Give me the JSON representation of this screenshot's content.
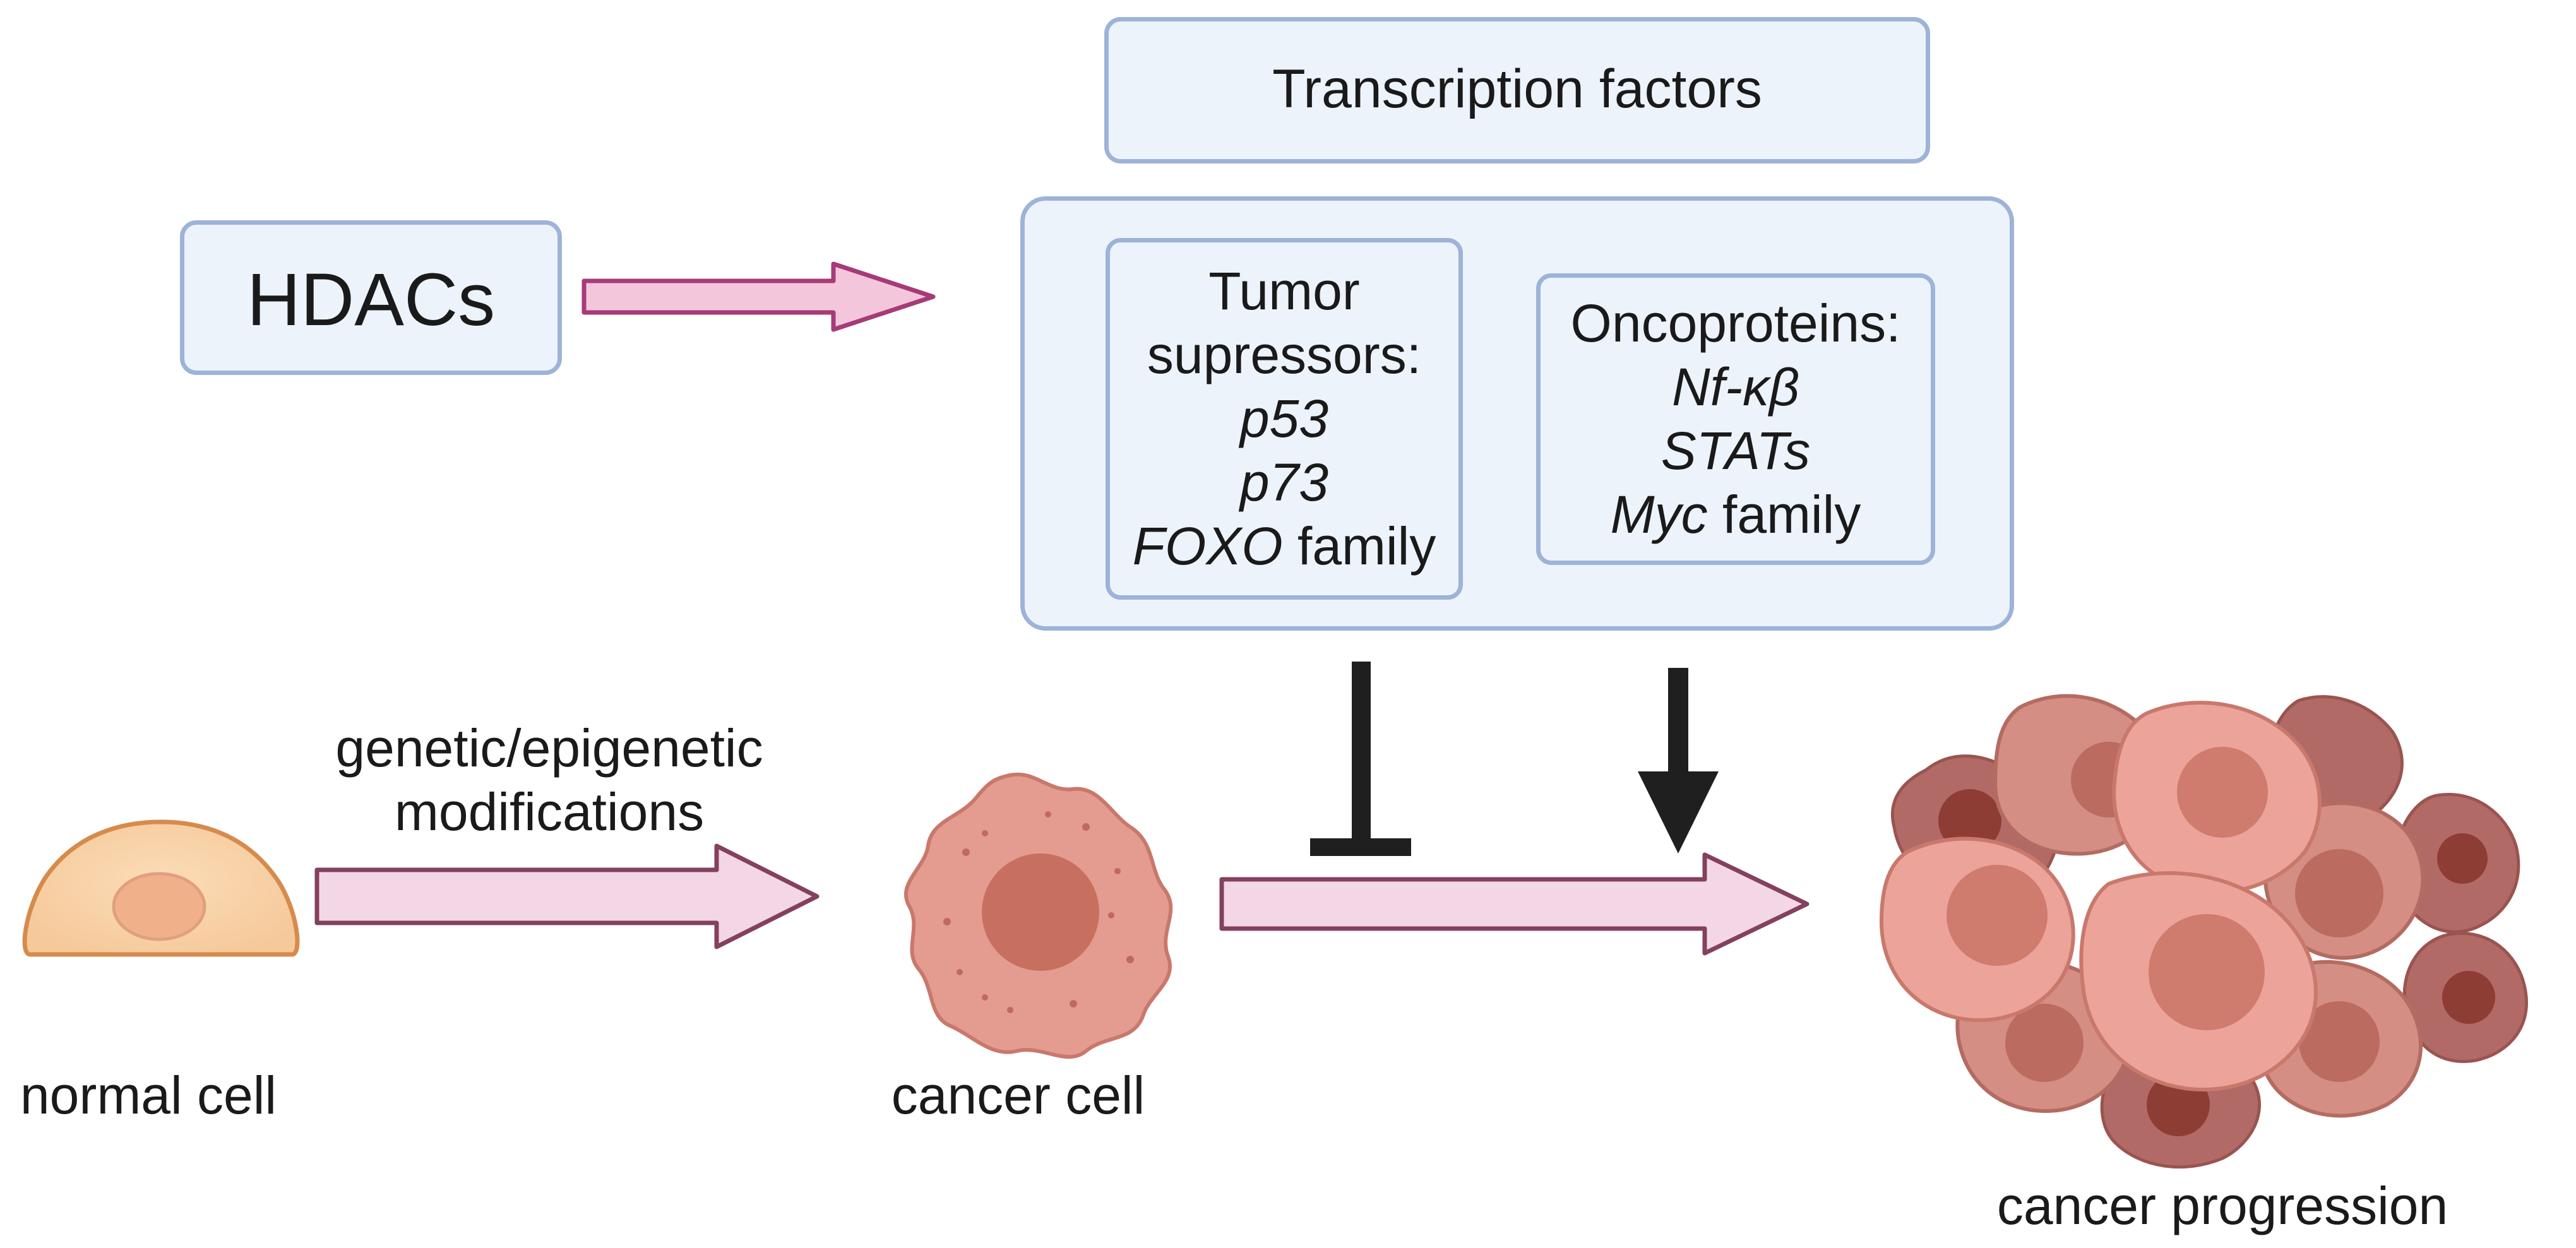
{
  "header": {
    "transcription_factors": "Transcription factors"
  },
  "hdacs": {
    "label": "HDACs"
  },
  "tumor_suppressors": {
    "heading_line1": "Tumor",
    "heading_line2": "supressors:",
    "items": [
      "p53",
      "p73"
    ],
    "foxo_gene": "FOXO",
    "foxo_suffix": " family"
  },
  "oncoproteins": {
    "heading": "Oncoproteins:",
    "items": [
      "Nf-κβ",
      "STATs"
    ],
    "myc_gene": "Myc",
    "myc_suffix": " family"
  },
  "process": {
    "modification_line1": "genetic/epigenetic",
    "modification_line2": "modifications"
  },
  "stages": {
    "normal_cell": "normal cell",
    "cancer_cell": "cancer cell",
    "cancer_progression": "cancer progression"
  },
  "colors": {
    "box_fill": "#edf3fb",
    "box_border": "#9db3d8",
    "arrow_fill": "#f3d7e6",
    "arrow_stroke": "#84405f",
    "hdac_arrow_fill": "#f4c6dc",
    "hdac_arrow_stroke": "#a73a78",
    "normal_cell_fill": "#f8d1a6",
    "normal_cell_stroke": "#d68b4d",
    "cancer_cell_fill": "#e59c90",
    "cancer_nucleus": "#c77060"
  }
}
